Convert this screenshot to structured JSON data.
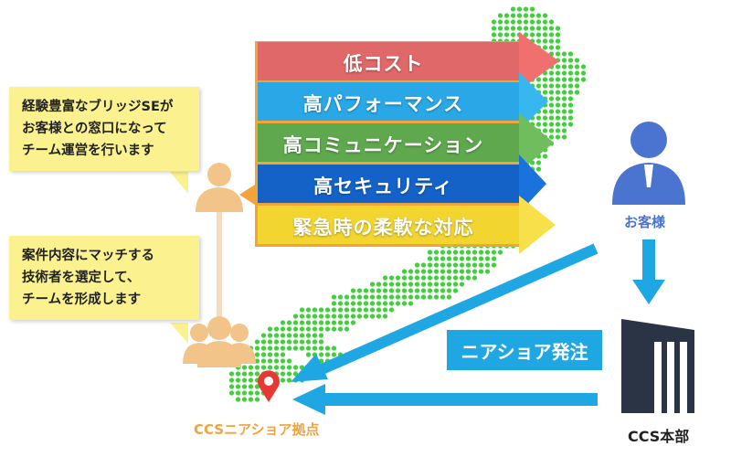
{
  "bands": [
    {
      "label": "低コスト",
      "color": "#e06868",
      "tip": "#f07070"
    },
    {
      "label": "高パフォーマンス",
      "color": "#2aa7e6",
      "tip": "#36b7f0"
    },
    {
      "label": "高コミュニケーション",
      "color": "#5fa84e",
      "tip": "#6fbd5c"
    },
    {
      "label": "高セキュリティ",
      "color": "#1462c8",
      "tip": "#1a72dc"
    },
    {
      "label": "緊急時の柔軟な対応",
      "color": "#f2d52e",
      "tip": "#f8e04a"
    }
  ],
  "bubbles": {
    "top": [
      "経験豊富なブリッジSEが",
      "お客様との窓口になって",
      "チーム運営を行います"
    ],
    "bottom": [
      "案件内容にマッチする",
      "技術者を選定して、",
      "チームを形成します"
    ]
  },
  "labels": {
    "customer": "お客様",
    "hq": "CCS本部",
    "nearshore_order": "ニアショア発注",
    "base": "CCSニアショア拠点"
  },
  "colors": {
    "dots": "#3fd13a",
    "arrow": "#1fa7e3",
    "person_orange": "#f2c48a",
    "customer_blue": "#4a74cf",
    "pin": "#e53935",
    "building": "#2a3445"
  }
}
